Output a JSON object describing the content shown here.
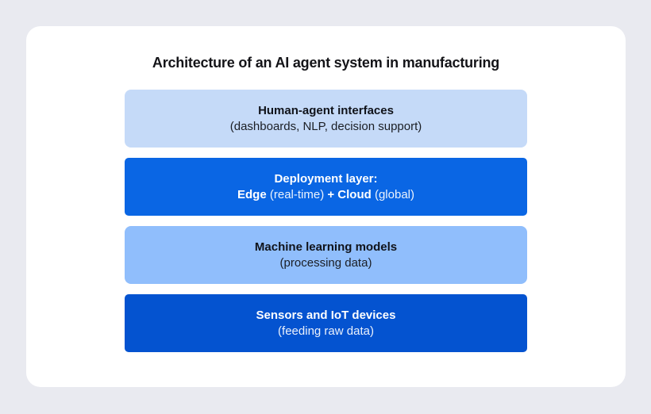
{
  "title": "Architecture of an AI agent system in manufacturing",
  "colors": {
    "page_background": "#e9eaf0",
    "card_background": "#ffffff",
    "title_text": "#141418",
    "dark_text": "#10131a",
    "white_text": "#ffffff",
    "layer_1_background": "#c5daf8",
    "layer_2_background": "#0a66e4",
    "layer_3_background": "#90befc",
    "layer_4_background": "#0453d0"
  },
  "layers": [
    {
      "id": "human-agent-interfaces",
      "heading": "Human-agent interfaces",
      "detail": "(dashboards, NLP, decision support)",
      "background": "#c5daf8",
      "text_color": "#10131a"
    },
    {
      "id": "deployment-layer",
      "heading": "Deployment layer:",
      "detail_parts": [
        {
          "text": "Edge",
          "bold": true
        },
        {
          "text": " (real-time) ",
          "bold": false
        },
        {
          "text": "+",
          "bold": true
        },
        {
          "text": " ",
          "bold": false
        },
        {
          "text": "Cloud",
          "bold": true
        },
        {
          "text": " (global)",
          "bold": false
        }
      ],
      "background": "#0a66e4",
      "text_color": "#ffffff"
    },
    {
      "id": "machine-learning-models",
      "heading": "Machine learning models",
      "detail": "(processing data)",
      "background": "#90befc",
      "text_color": "#10131a"
    },
    {
      "id": "sensors-and-iot-devices",
      "heading": "Sensors and IoT devices",
      "detail": "(feeding raw data)",
      "background": "#0453d0",
      "text_color": "#ffffff"
    }
  ]
}
